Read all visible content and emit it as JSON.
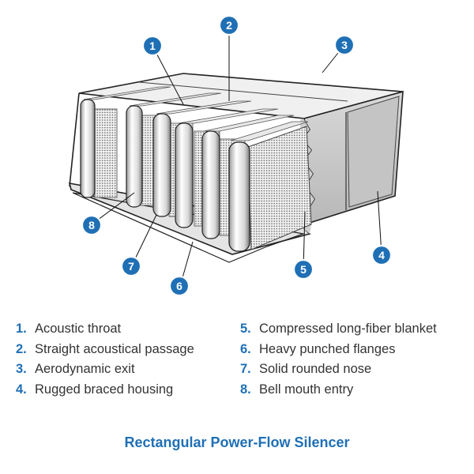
{
  "diagram": {
    "callouts": [
      "1",
      "2",
      "3",
      "4",
      "5",
      "6",
      "7",
      "8"
    ]
  },
  "legend": {
    "left": [
      {
        "num": "1.",
        "text": "Acoustic throat"
      },
      {
        "num": "2.",
        "text": "Straight acoustical passage"
      },
      {
        "num": "3.",
        "text": "Aerodynamic exit"
      },
      {
        "num": "4.",
        "text": "Rugged braced housing"
      }
    ],
    "right": [
      {
        "num": "5.",
        "text": "Compressed long-fiber blanket"
      },
      {
        "num": "6.",
        "text": "Heavy punched flanges"
      },
      {
        "num": "7.",
        "text": "Solid rounded nose"
      },
      {
        "num": "8.",
        "text": "Bell mouth entry"
      }
    ]
  },
  "caption": "Rectangular Power-Flow Silencer",
  "colors": {
    "accent": "#1f6fb5",
    "text": "#333333",
    "outline": "#222222"
  }
}
